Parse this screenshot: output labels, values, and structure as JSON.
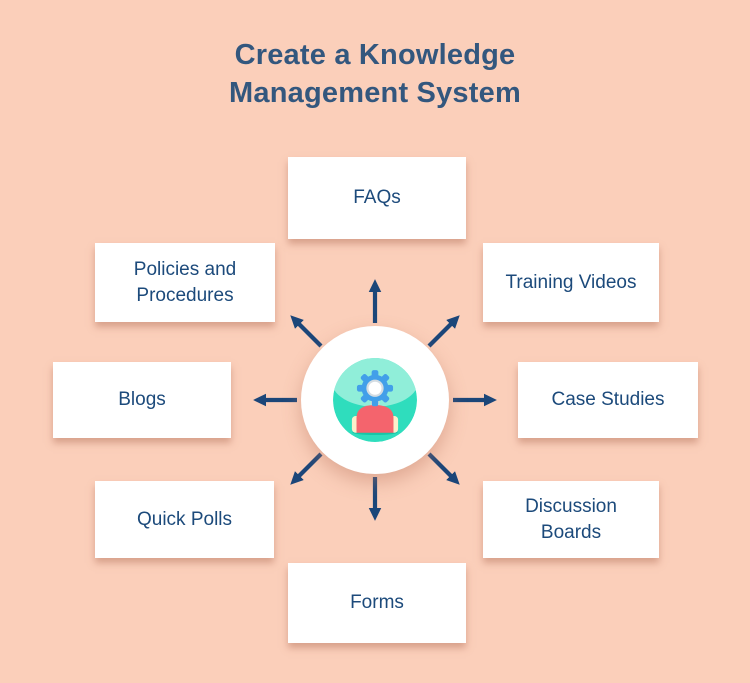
{
  "title": "Create a Knowledge Management System",
  "center": {
    "icon": "person-with-gear-icon"
  },
  "nodes": [
    {
      "id": "faqs",
      "label": "FAQs"
    },
    {
      "id": "training-videos",
      "label": "Training Videos"
    },
    {
      "id": "case-studies",
      "label": "Case Studies"
    },
    {
      "id": "discussion-boards",
      "label": "Discussion Boards"
    },
    {
      "id": "forms",
      "label": "Forms"
    },
    {
      "id": "quick-polls",
      "label": "Quick Polls"
    },
    {
      "id": "blogs",
      "label": "Blogs"
    },
    {
      "id": "policies-procedures",
      "label": "Policies and Procedures"
    }
  ],
  "colors": {
    "background": "#FBCFBA",
    "title_text": "#33577E",
    "node_text": "#1C4A7B",
    "node_background": "#FFFFFF",
    "arrow": "#1B4679",
    "hub_background": "#FFFFFF",
    "icon_teal": "#2FDDBD",
    "icon_teal_light": "#90EED9",
    "icon_ground_shadow": "#16C6A7",
    "icon_shirt_red": "#F4646D",
    "icon_skin_cream": "#FBEFCB",
    "icon_gear_blue": "#429FE9"
  }
}
